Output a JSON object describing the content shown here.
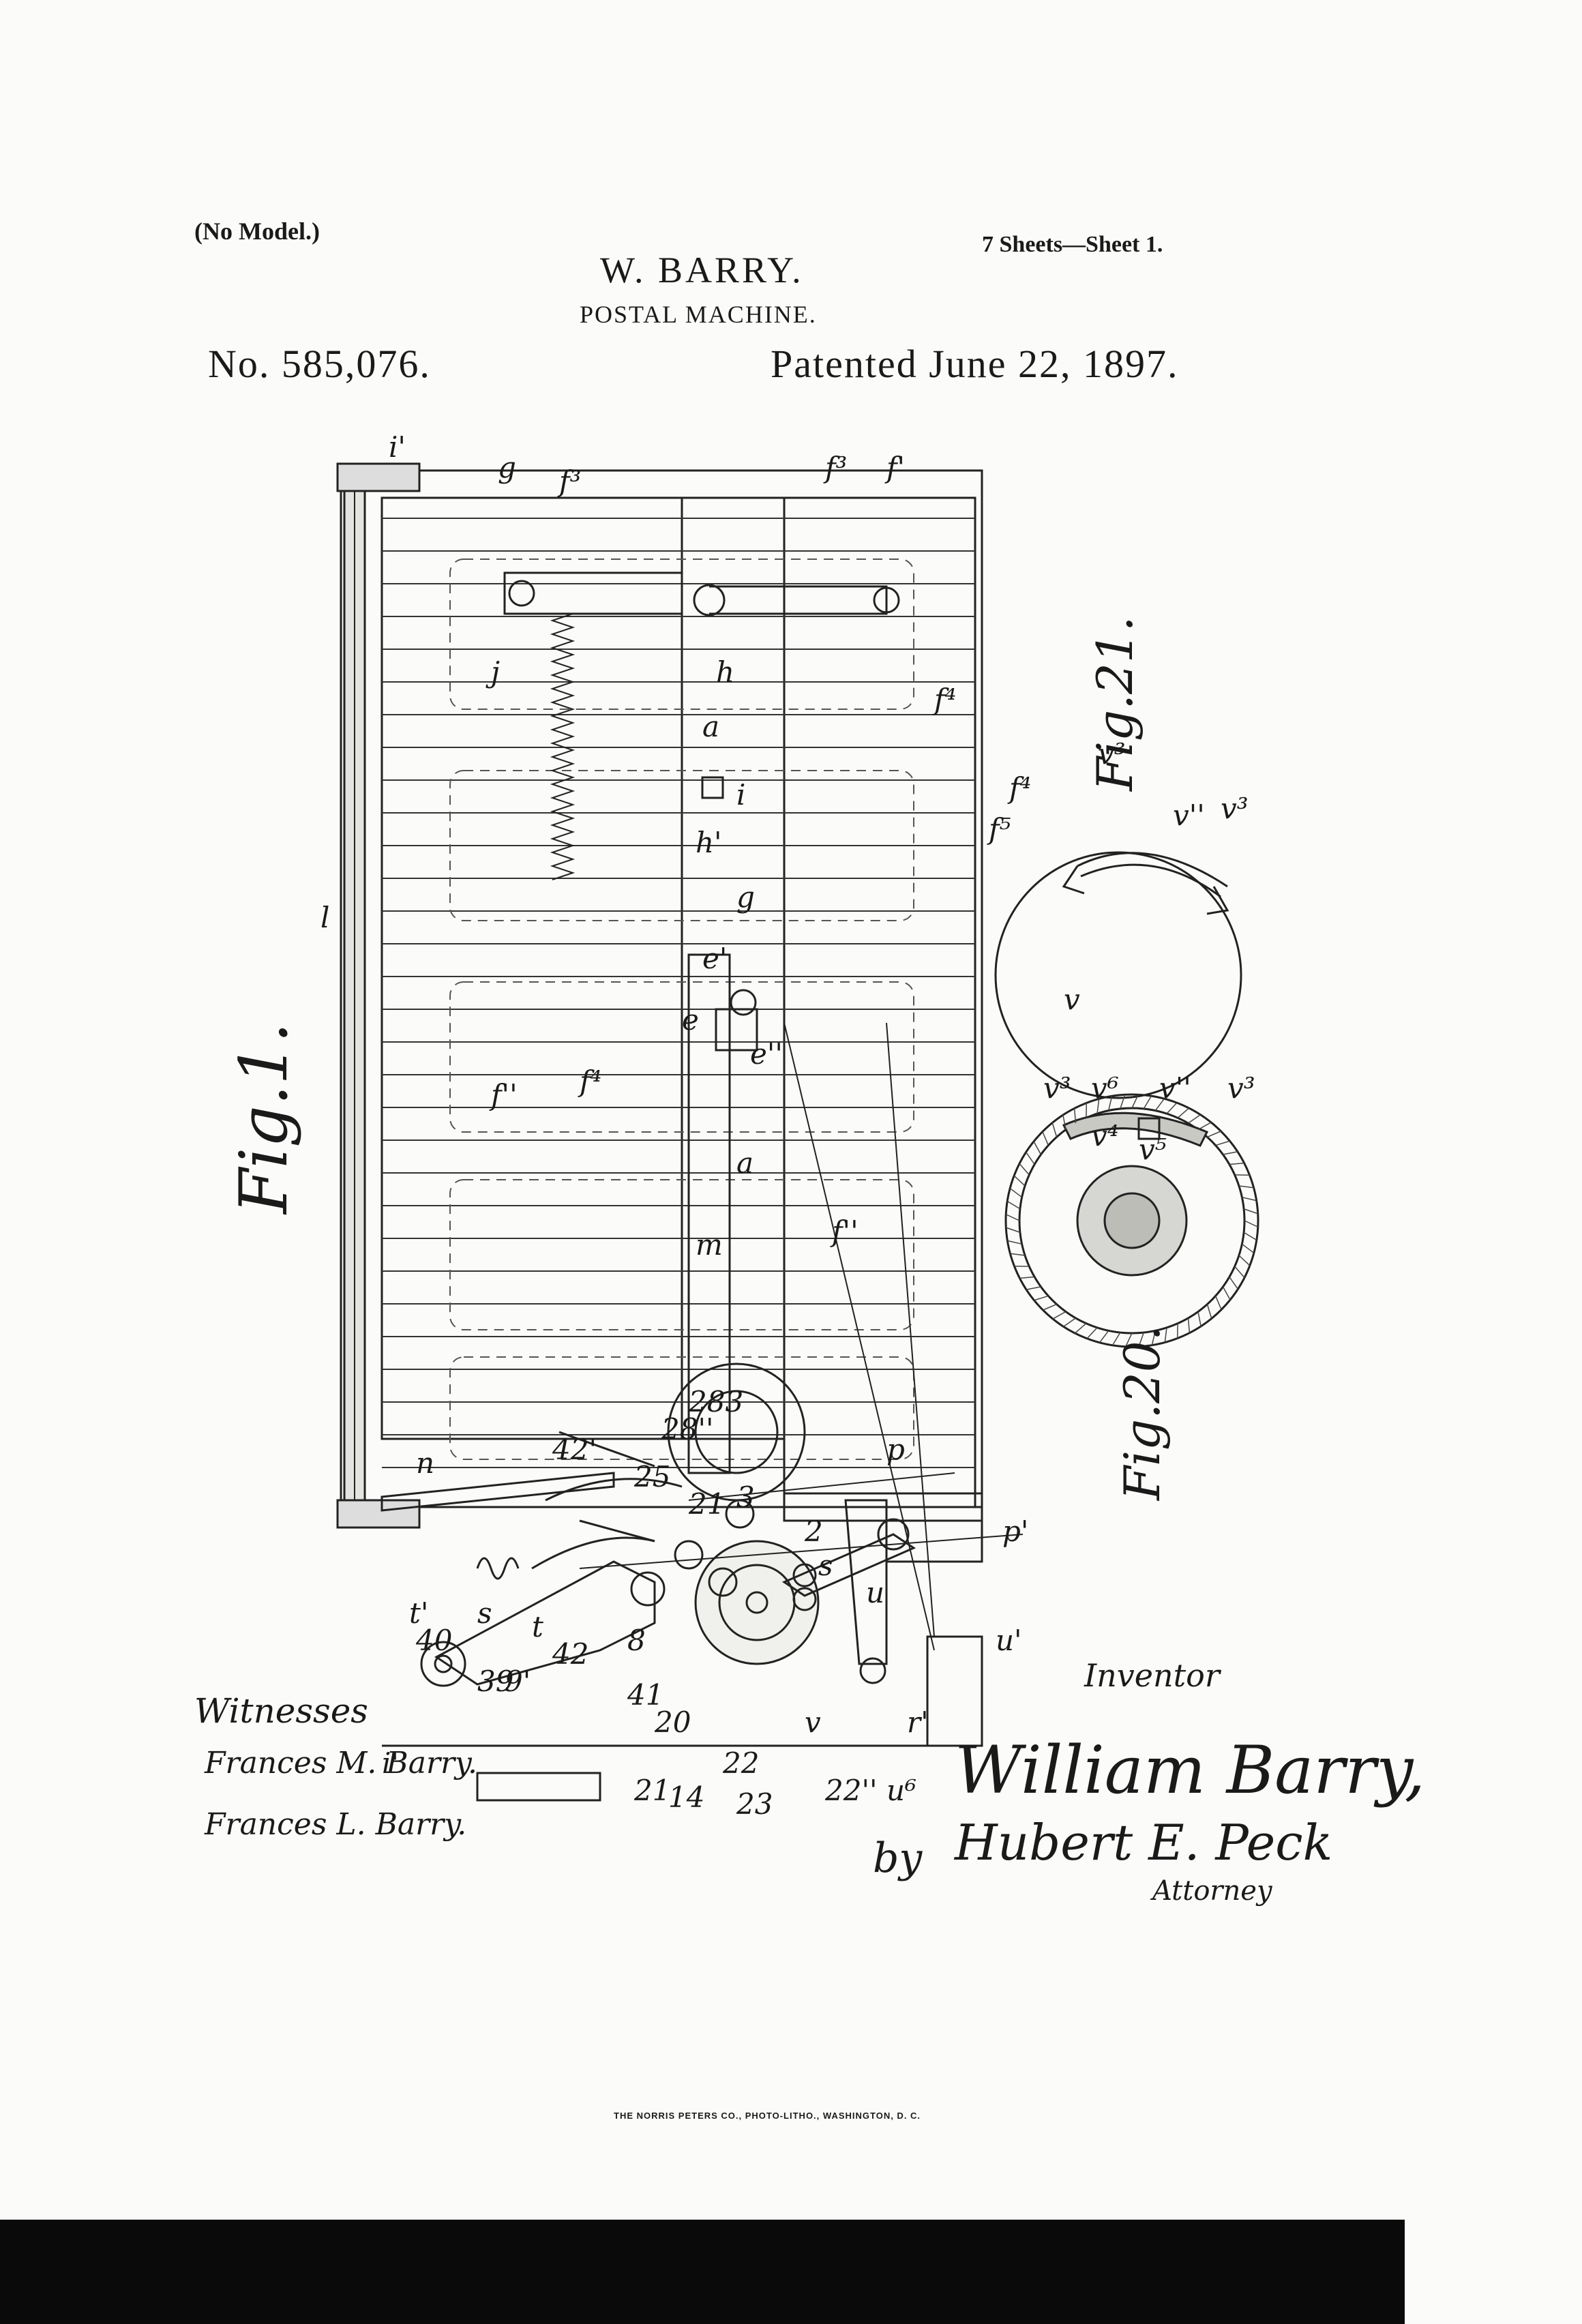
{
  "header": {
    "model_note": "(No Model.)",
    "inventor": "W. BARRY.",
    "title": "POSTAL MACHINE.",
    "sheets": "7 Sheets—Sheet 1.",
    "patent_number": "No. 585,076.",
    "patent_date": "Patented June 22, 1897."
  },
  "figures": {
    "fig1": "Fig.1.",
    "fig20": "Fig.20.",
    "fig21": "Fig.21."
  },
  "reference_labels": [
    "i'",
    "g",
    "f³",
    "f'",
    "f³",
    "h",
    "j",
    "a",
    "h'",
    "i",
    "f⁴",
    "f⁴",
    "f⁵",
    "l",
    "g",
    "e'",
    "e",
    "e''",
    "f''",
    "f⁴",
    "m",
    "a",
    "f''",
    "n",
    "42'",
    "28''",
    "283",
    "25",
    "21",
    "3",
    "p",
    "p'",
    "2",
    "s",
    "t'",
    "s",
    "t",
    "42",
    "9'",
    "8",
    "u",
    "u'",
    "41",
    "40",
    "39",
    "20",
    "v",
    "21",
    "14",
    "22",
    "23",
    "22''",
    "u⁶",
    "r'",
    "i'",
    "v³",
    "v''",
    "v³",
    "v",
    "v³",
    "v⁶",
    "v''",
    "v³",
    "v⁴",
    "v⁵"
  ],
  "witnesses": {
    "label": "Witnesses",
    "signatures": [
      "Frances M. Barry.",
      "Frances L. Barry."
    ]
  },
  "inventor_block": {
    "label": "Inventor",
    "signature": "William Barry,",
    "by": "by",
    "attorney_signature": "Hubert E. Peck",
    "attorney_label": "Attorney"
  },
  "footer": {
    "credit": "THE NORRIS PETERS CO., PHOTO-LITHO., WASHINGTON, D. C."
  }
}
